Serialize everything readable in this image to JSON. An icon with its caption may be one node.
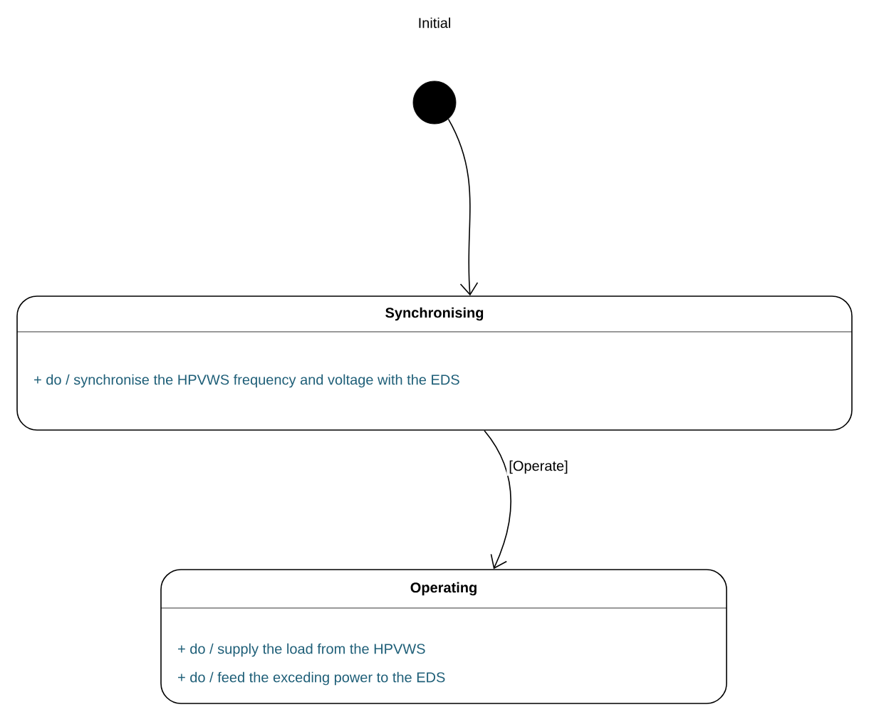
{
  "diagram": {
    "nodes": [
      {
        "text": [],
        "shape": "circle",
        "beside": [
          "Initial"
        ]
      },
      {
        "text": [
          "Synchronising",
          "+ do / synchronise the HPVWS frequency and voltage with the EDS"
        ]
      },
      {
        "text": [
          "Operating",
          "+ do / supply the load from the HPVWS",
          "+ do / feed the exceding power to the EDS"
        ]
      }
    ],
    "edges": [
      {
        "from": 0,
        "to": 1,
        "arrow": "to"
      },
      {
        "from": 1,
        "to": 2,
        "arrow": "to",
        "label": "[Operate]"
      }
    ]
  }
}
